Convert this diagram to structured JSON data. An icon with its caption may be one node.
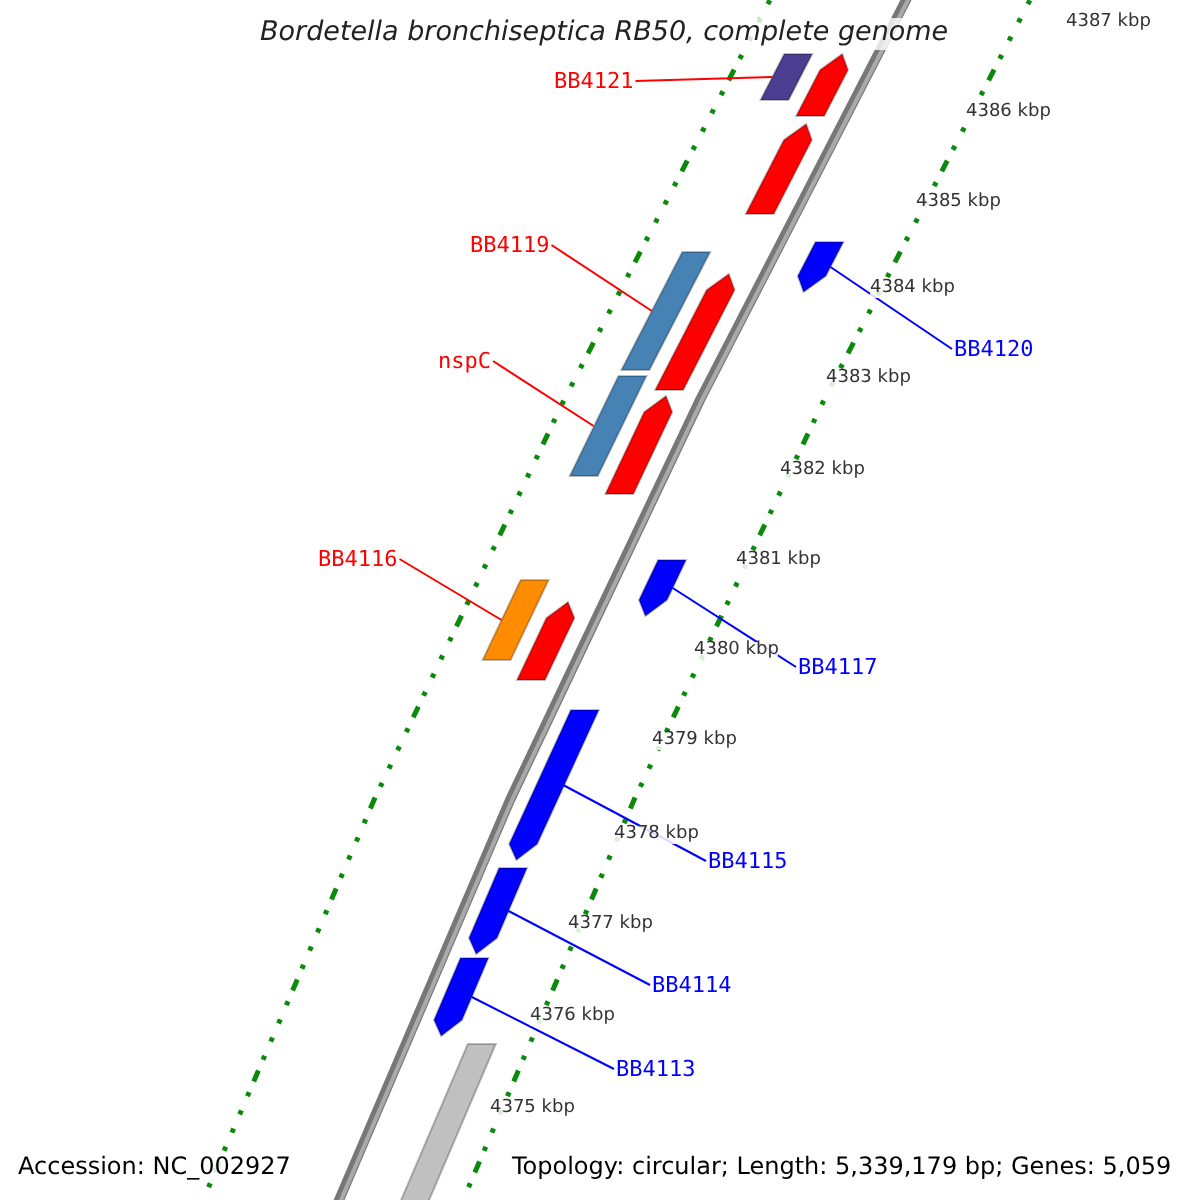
{
  "diagram": {
    "title": "Bordetella bronchiseptica RB50, complete genome",
    "nodes": [
      {
        "text": [
          "BB4121"
        ]
      },
      {
        "text": [],
        "shape": "bar"
      },
      {
        "text": [
          "BB4119"
        ]
      },
      {
        "text": [],
        "shape": "bar"
      },
      {
        "text": [
          "BB4120"
        ]
      },
      {
        "text": [],
        "shape": "bar"
      },
      {
        "text": [
          "nspC"
        ]
      },
      {
        "text": [],
        "shape": "bar"
      },
      {
        "text": [
          "BB4116"
        ]
      },
      {
        "text": [],
        "shape": "bar"
      },
      {
        "text": [
          "BB4117"
        ]
      },
      {
        "text": [],
        "shape": "bar"
      },
      {
        "text": [
          "BB4115"
        ]
      },
      {
        "text": [],
        "shape": "bar"
      },
      {
        "text": [
          "BB4114"
        ]
      },
      {
        "text": [],
        "shape": "bar"
      },
      {
        "text": [
          "BB4113"
        ]
      },
      {
        "text": [],
        "shape": "bar"
      },
      {
        "text": [],
        "shape": "bar"
      },
      {
        "text": [],
        "shape": "bar"
      },
      {
        "text": [],
        "shape": "bar"
      },
      {
        "text": [],
        "shape": "bar"
      },
      {
        "text": [],
        "shape": "bar"
      },
      {
        "text": [],
        "shape": "box"
      }
    ],
    "edges": [
      {
        "from": 0,
        "to": 1,
        "arrow": "none",
        "color": "#ff0000"
      },
      {
        "from": 2,
        "to": 3,
        "arrow": "none",
        "color": "#ff0000"
      },
      {
        "from": 4,
        "to": 5,
        "arrow": "none"
      },
      {
        "from": 6,
        "to": 7,
        "arrow": "none",
        "color": "#ff0000"
      },
      {
        "from": 8,
        "to": 9,
        "arrow": "none",
        "color": "#ff0000"
      },
      {
        "from": 10,
        "to": 11,
        "arrow": "none"
      },
      {
        "from": 12,
        "to": 13,
        "arrow": "none"
      },
      {
        "from": 14,
        "to": 15,
        "arrow": "none"
      },
      {
        "from": 16,
        "to": 17,
        "arrow": "none"
      }
    ],
    "labels": [
      "4387 kbp",
      "4386 kbp",
      "4385 kbp",
      "4384 kbp",
      "4383 kbp",
      "4382 kbp",
      "4381 kbp",
      "4380 kbp",
      "4379 kbp",
      "4378 kbp",
      "4377 kbp",
      "4376 kbp",
      "4375 kbp",
      "Accession: NC_002927",
      "Topology: circular; Length: 5,339,179 bp; Genes: 5,059"
    ]
  }
}
